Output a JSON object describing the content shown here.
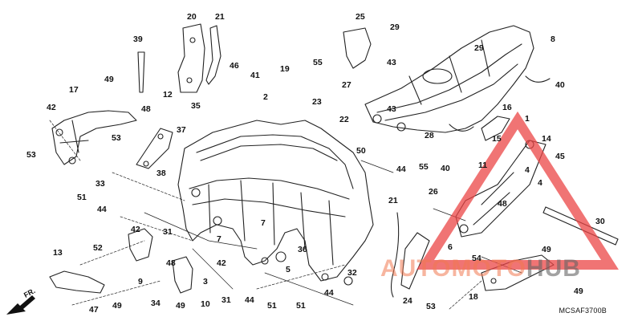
{
  "diagram": {
    "code": "MCSAF3700B",
    "direction_label": "FR.",
    "watermark": {
      "left": "AUTOMOTO",
      "right": "HUB"
    },
    "callouts": [
      "1",
      "2",
      "3",
      "4",
      "4",
      "5",
      "6",
      "7",
      "7",
      "8",
      "9",
      "10",
      "11",
      "12",
      "13",
      "14",
      "15",
      "16",
      "17",
      "18",
      "19",
      "20",
      "21",
      "21",
      "22",
      "23",
      "24",
      "25",
      "26",
      "27",
      "28",
      "29",
      "29",
      "30",
      "31",
      "31",
      "32",
      "33",
      "34",
      "35",
      "36",
      "37",
      "38",
      "39",
      "40",
      "40",
      "41",
      "42",
      "42",
      "42",
      "43",
      "43",
      "44",
      "44",
      "44",
      "44",
      "45",
      "46",
      "47",
      "48",
      "48",
      "48",
      "49",
      "49",
      "49",
      "49",
      "49",
      "50",
      "51",
      "51",
      "51",
      "52",
      "53",
      "53",
      "53",
      "54",
      "55",
      "55"
    ]
  }
}
